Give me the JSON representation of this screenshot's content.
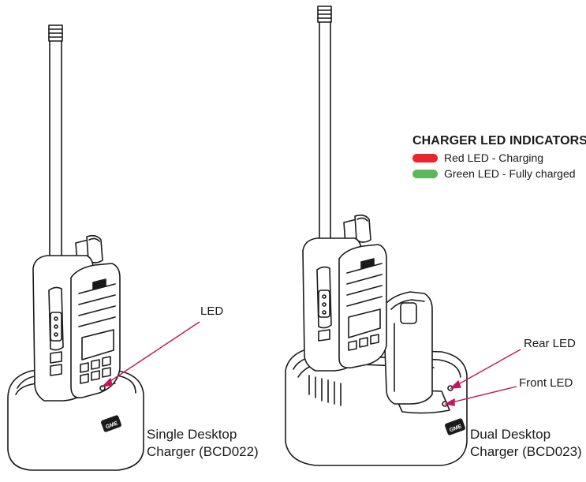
{
  "legend": {
    "title": "CHARGER LED INDICATORS",
    "items": [
      {
        "label": "Red LED - Charging",
        "color": "#e8262b"
      },
      {
        "label": "Green LED - Fully charged",
        "color": "#5cb85c"
      }
    ]
  },
  "labels": {
    "led": "LED",
    "rear_led": "Rear LED",
    "front_led": "Front LED"
  },
  "captions": {
    "single_line1": "Single Desktop",
    "single_line2": "Charger (BCD022)",
    "dual_line1": "Dual Desktop",
    "dual_line2": "Charger (BCD023)"
  },
  "brand_badge": "GME",
  "colors": {
    "pointer": "#c2185b",
    "outline": "#1a1a1a"
  }
}
